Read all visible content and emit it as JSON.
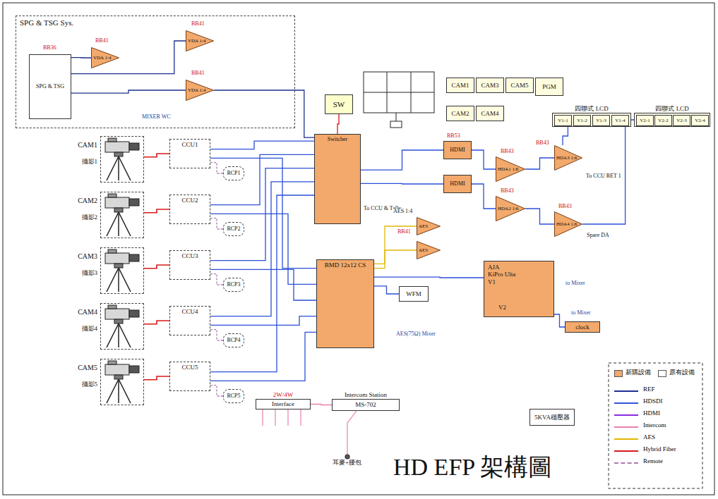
{
  "diagram": {
    "title": "HD EFP 架構圖",
    "nodes": [
      {
        "text": [
          "SPG & TSG Sys."
        ]
      },
      {
        "text": [
          "SPG & TSG"
        ],
        "in": 0
      },
      {
        "text": [
          "VDA 1:4"
        ],
        "in": 0
      },
      {
        "text": [
          "VDA 1:4"
        ],
        "in": 0
      },
      {
        "text": [
          "VDA 1:4"
        ],
        "in": 0
      },
      {
        "text": [
          "CAM1",
          "攝影1"
        ]
      },
      {
        "text": [
          "CAM2",
          "攝影2"
        ]
      },
      {
        "text": [
          "CAM3",
          "攝影3"
        ]
      },
      {
        "text": [
          "CAM4",
          "攝影4"
        ]
      },
      {
        "text": [
          "CAM5",
          "攝影5"
        ]
      },
      {
        "text": [
          "CCU1"
        ]
      },
      {
        "text": [
          "CCU2"
        ]
      },
      {
        "text": [
          "CCU3"
        ]
      },
      {
        "text": [
          "CCU4"
        ]
      },
      {
        "text": [
          "CCU5"
        ]
      },
      {
        "text": [
          "RCP1"
        ]
      },
      {
        "text": [
          "RCP2"
        ]
      },
      {
        "text": [
          "RCP3"
        ]
      },
      {
        "text": [
          "RCP4"
        ]
      },
      {
        "text": [
          "RCP5"
        ]
      },
      {
        "text": [
          "Switcher"
        ]
      },
      {
        "text": [
          "SW"
        ]
      },
      {
        "text": [
          "CAM1"
        ]
      },
      {
        "text": [
          "CAM3"
        ]
      },
      {
        "text": [
          "CAM5"
        ]
      },
      {
        "text": [
          "PGM"
        ]
      },
      {
        "text": [
          "CAM2"
        ]
      },
      {
        "text": [
          "CAM4"
        ]
      },
      {
        "text": [
          "四聯式 LCD"
        ]
      },
      {
        "text": [
          "V1-1"
        ],
        "in": 28
      },
      {
        "text": [
          "V1-2"
        ],
        "in": 28
      },
      {
        "text": [
          "V1-3"
        ],
        "in": 28
      },
      {
        "text": [
          "V1-4"
        ],
        "in": 28
      },
      {
        "text": [
          "四聯式 LCD"
        ]
      },
      {
        "text": [
          "V2-1"
        ],
        "in": 33
      },
      {
        "text": [
          "V2-2"
        ],
        "in": 33
      },
      {
        "text": [
          "V2-3"
        ],
        "in": 33
      },
      {
        "text": [
          "V2-4"
        ],
        "in": 33
      },
      {
        "text": [
          "HDMI"
        ]
      },
      {
        "text": [
          "HDMI"
        ]
      },
      {
        "text": [
          "HDA1 1:6"
        ]
      },
      {
        "text": [
          "HDA2 1:6"
        ]
      },
      {
        "text": [
          "HDA3 1:6"
        ]
      },
      {
        "text": [
          "HDA4 1:6"
        ]
      },
      {
        "text": [
          "AES"
        ]
      },
      {
        "text": [
          "AES"
        ]
      },
      {
        "text": [
          "BMD 12x12 CS"
        ]
      },
      {
        "text": [
          "WFM"
        ]
      },
      {
        "text": [
          "AJA",
          "KiPro Ulta",
          "V1"
        ]
      },
      {
        "text": [
          "clock"
        ]
      },
      {
        "text": [
          "2W/4W",
          "Interface"
        ]
      },
      {
        "text": [
          "Intercom Station",
          "MS-702"
        ]
      },
      {
        "text": [
          "5KVA穩壓器"
        ]
      }
    ],
    "edges": [
      {
        "from": 5,
        "to": 10,
        "arrow": "none"
      },
      {
        "from": 6,
        "to": 11,
        "arrow": "none"
      },
      {
        "from": 7,
        "to": 12,
        "arrow": "none"
      },
      {
        "from": 8,
        "to": 13,
        "arrow": "none"
      },
      {
        "from": 9,
        "to": 14,
        "arrow": "none"
      },
      {
        "from": 10,
        "to": 15,
        "arrow": "none"
      },
      {
        "from": 11,
        "to": 16,
        "arrow": "none"
      },
      {
        "from": 12,
        "to": 17,
        "arrow": "none"
      },
      {
        "from": 13,
        "to": 18,
        "arrow": "none"
      },
      {
        "from": 14,
        "to": 19,
        "arrow": "none"
      },
      {
        "from": 10,
        "to": 20,
        "arrow": "none"
      },
      {
        "from": 11,
        "to": 20,
        "arrow": "none"
      },
      {
        "from": 12,
        "to": 20,
        "arrow": "none"
      },
      {
        "from": 13,
        "to": 20,
        "arrow": "none"
      },
      {
        "from": 14,
        "to": 20,
        "arrow": "none"
      },
      {
        "from": 10,
        "to": 46,
        "arrow": "none"
      },
      {
        "from": 11,
        "to": 46,
        "arrow": "none"
      },
      {
        "from": 12,
        "to": 46,
        "arrow": "none"
      },
      {
        "from": 13,
        "to": 46,
        "arrow": "none"
      },
      {
        "from": 14,
        "to": 46,
        "arrow": "none"
      },
      {
        "from": 1,
        "to": 2,
        "arrow": "none"
      },
      {
        "from": 1,
        "to": 3,
        "arrow": "none"
      },
      {
        "from": 1,
        "to": 4,
        "arrow": "none"
      },
      {
        "from": 4,
        "to": 20,
        "arrow": "none"
      },
      {
        "from": 20,
        "to": 21,
        "arrow": "none"
      },
      {
        "from": 20,
        "to": 38,
        "arrow": "none"
      },
      {
        "from": 20,
        "to": 39,
        "arrow": "none"
      },
      {
        "from": 38,
        "to": 40,
        "arrow": "none"
      },
      {
        "from": 39,
        "to": 41,
        "arrow": "none"
      },
      {
        "from": 40,
        "to": 42,
        "arrow": "none"
      },
      {
        "from": 41,
        "to": 43,
        "arrow": "none"
      },
      {
        "from": 42,
        "to": 28,
        "arrow": "none"
      },
      {
        "from": 46,
        "to": 44,
        "arrow": "none"
      },
      {
        "from": 46,
        "to": 45,
        "arrow": "none"
      },
      {
        "from": 46,
        "to": 47,
        "arrow": "none"
      },
      {
        "from": 46,
        "to": 48,
        "arrow": "none"
      },
      {
        "from": 50,
        "to": 51,
        "arrow": "none"
      },
      {
        "from": 48,
        "to": 49,
        "arrow": "none"
      },
      {
        "from": 43,
        "to": 33,
        "arrow": "none"
      }
    ],
    "labels": [
      "BB36",
      "BB41",
      "BB41",
      "BB41",
      "MIXER WC",
      "To CCU & Tally",
      "BB53",
      "BB43",
      "BB43",
      "BB43",
      "BB43",
      "BB41",
      "AES 1:4",
      "to Mixer",
      "to Mixer",
      "V2",
      "AES(75Ω) Mixer",
      "耳麥+腰包",
      "To CCU RET 1",
      "Spare DA"
    ],
    "legend": [
      {
        "text": "新購設備",
        "color": "#f2a96b"
      },
      {
        "text": "原有設備",
        "color": "#ffffff"
      },
      {
        "text": "REF"
      },
      {
        "text": "HDSDI"
      },
      {
        "text": "HDMI"
      },
      {
        "text": "Intercom"
      },
      {
        "text": "AES"
      },
      {
        "text": "Hybrid Fiber"
      },
      {
        "text": "Remote"
      }
    ]
  }
}
